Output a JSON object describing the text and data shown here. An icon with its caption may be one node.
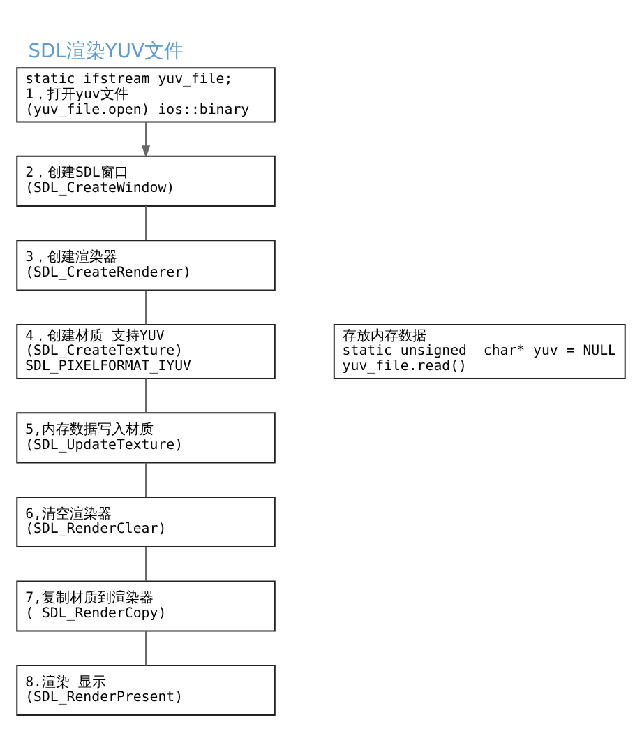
{
  "diagram": {
    "title": "SDL渲染YUV文件",
    "nodes": [
      {
        "text": [
          "static ifstream yuv_file;",
          "1，打开yuv文件",
          "(yuv_file.open) ios::binary"
        ]
      },
      {
        "text": [
          "2，创建SDL窗口",
          "(SDL_CreateWindow)"
        ]
      },
      {
        "text": [
          "3，创建渲染器",
          "(SDL_CreateRenderer)"
        ]
      },
      {
        "text": [
          "4，创建材质 支持YUV",
          "(SDL_CreateTexture)",
          "SDL_PIXELFORMAT_IYUV"
        ]
      },
      {
        "text": [
          "5,内存数据写入材质",
          "(SDL_UpdateTexture)"
        ]
      },
      {
        "text": [
          "6,清空渲染器",
          "(SDL_RenderClear)"
        ]
      },
      {
        "text": [
          "7,复制材质到渲染器",
          "( SDL_RenderCopy)"
        ]
      },
      {
        "text": [
          "8.渲染 显示",
          "(SDL_RenderPresent)"
        ]
      },
      {
        "text": [
          "存放内存数据",
          "static unsigned  char* yuv = NULL",
          "yuv_file.read()"
        ]
      }
    ],
    "edges": [
      {
        "from": 0,
        "to": 1,
        "arrow": "to"
      },
      {
        "from": 1,
        "to": 2,
        "arrow": "none"
      },
      {
        "from": 2,
        "to": 3,
        "arrow": "none"
      },
      {
        "from": 3,
        "to": 4,
        "arrow": "none"
      },
      {
        "from": 4,
        "to": 5,
        "arrow": "none"
      },
      {
        "from": 5,
        "to": 6,
        "arrow": "none"
      },
      {
        "from": 6,
        "to": 7,
        "arrow": "none"
      }
    ]
  }
}
